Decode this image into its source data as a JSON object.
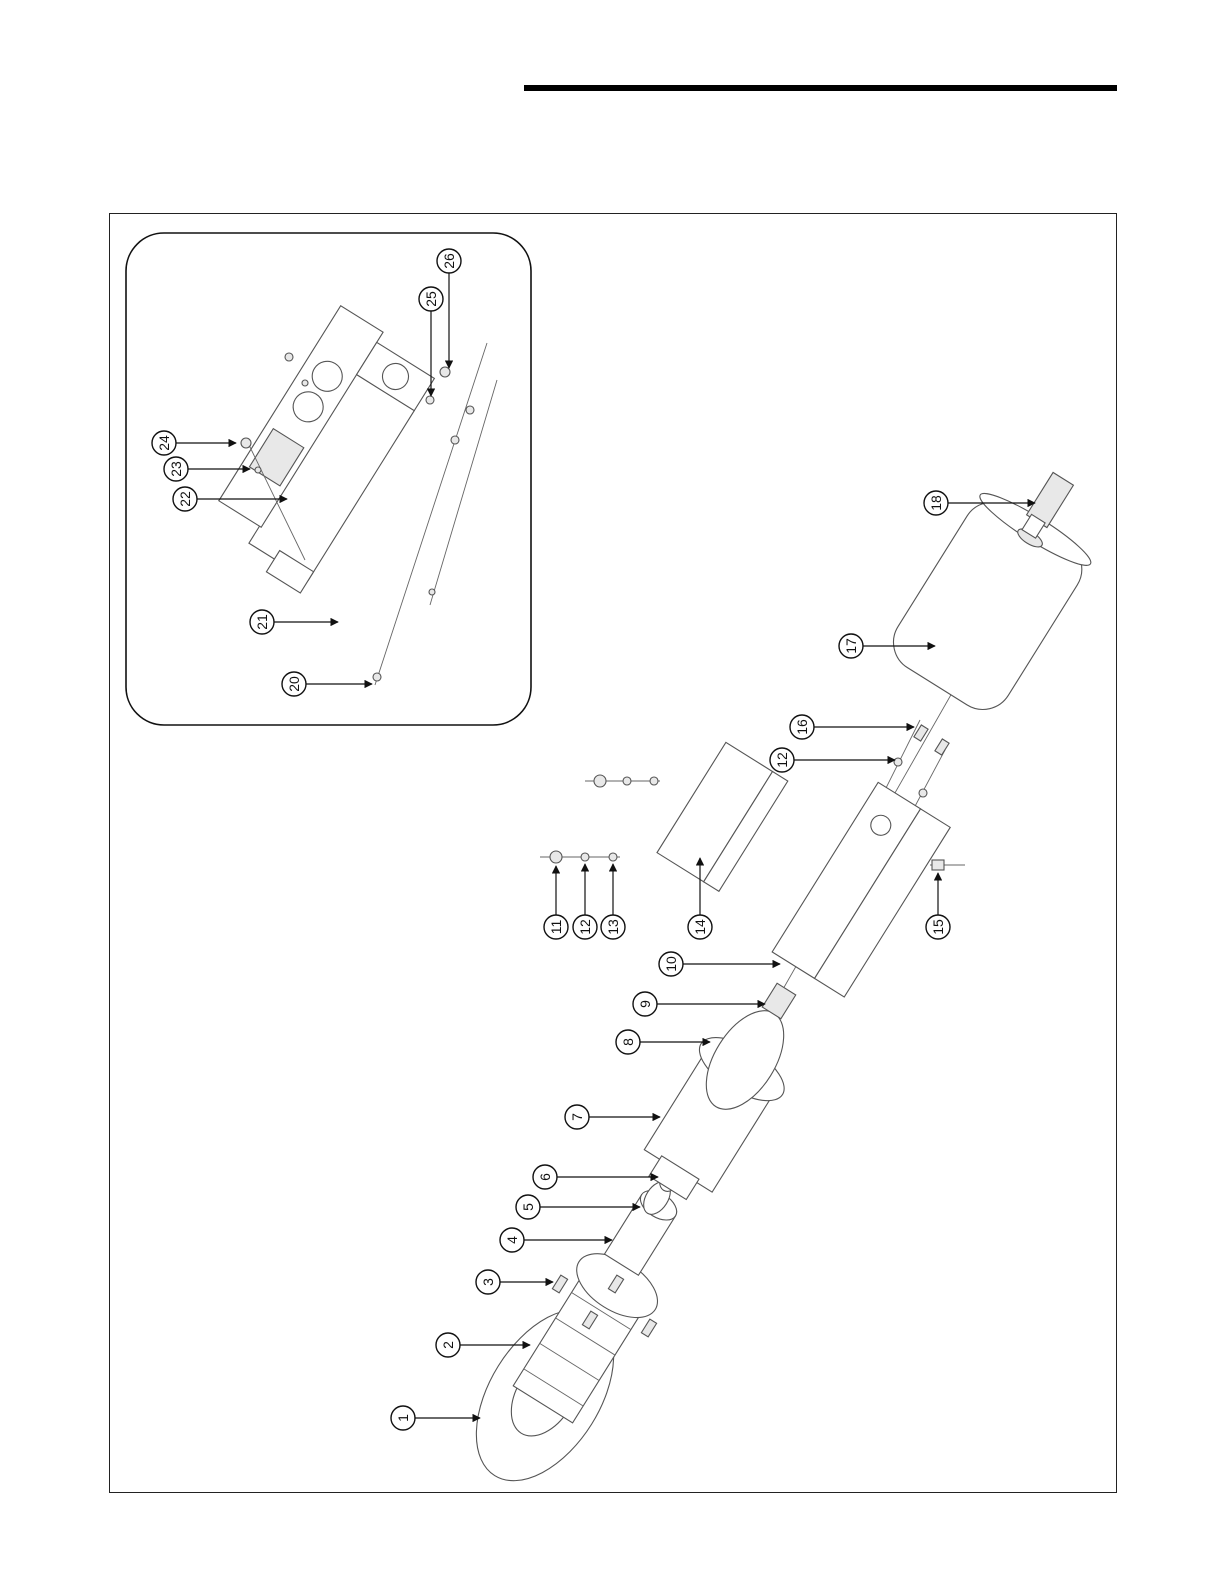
{
  "colors": {
    "line": "#111111",
    "part_stroke": "#555555",
    "part_fill": "#e8e8e8",
    "rule": "#000000"
  },
  "callouts": {
    "main": [
      "1",
      "2",
      "3",
      "4",
      "5",
      "6",
      "7",
      "8",
      "9",
      "10",
      "11",
      "12",
      "13",
      "14",
      "15",
      "12",
      "16",
      "17",
      "18"
    ],
    "inset": [
      "20",
      "21",
      "22",
      "23",
      "24",
      "25",
      "26"
    ]
  }
}
